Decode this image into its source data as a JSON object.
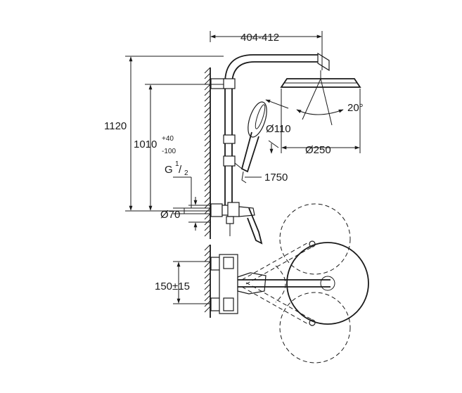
{
  "diagram": {
    "dimensions": {
      "arm_reach": "404-412",
      "total_height": "1120",
      "rail_height": "1010",
      "rail_height_tol_plus": "+40",
      "rail_height_tol_minus": "-100",
      "thread": "G",
      "thread_num": "1",
      "thread_den": "2",
      "rosette": "Ø70",
      "head_angle": "20°",
      "hand_shower_dia": "Ø110",
      "head_dia": "Ø250",
      "hose_length": "1750",
      "centres": "150±15"
    },
    "colors": {
      "line": "#1a1a1a",
      "background": "#ffffff"
    }
  }
}
